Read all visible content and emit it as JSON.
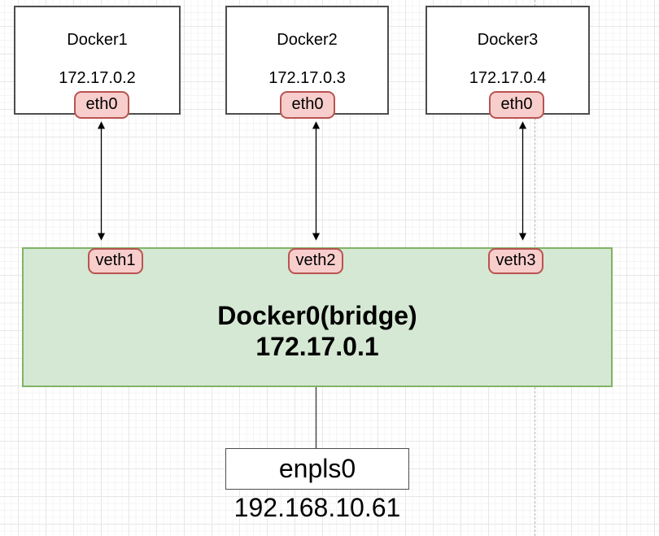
{
  "diagram": {
    "containers": [
      {
        "name": "Docker1",
        "ip": "172.17.0.2",
        "interface": "eth0"
      },
      {
        "name": "Docker2",
        "ip": "172.17.0.3",
        "interface": "eth0"
      },
      {
        "name": "Docker3",
        "ip": "172.17.0.4",
        "interface": "eth0"
      }
    ],
    "bridge": {
      "title": "Docker0(bridge)",
      "ip": "172.17.0.1",
      "ports": [
        "veth1",
        "veth2",
        "veth3"
      ]
    },
    "host": {
      "interface": "enpls0",
      "ip": "192.168.10.61"
    }
  },
  "colors": {
    "port_fill": "#f8cecc",
    "port_border": "#b85450",
    "bridge_fill": "#d5e8d4",
    "bridge_border": "#82b366",
    "box_border": "#4d4d4d",
    "arrow_color": "#000000",
    "grid_minor": "#f4f4f4",
    "grid_major": "#e7e7e7",
    "page_divider": "#b3b3b3"
  }
}
